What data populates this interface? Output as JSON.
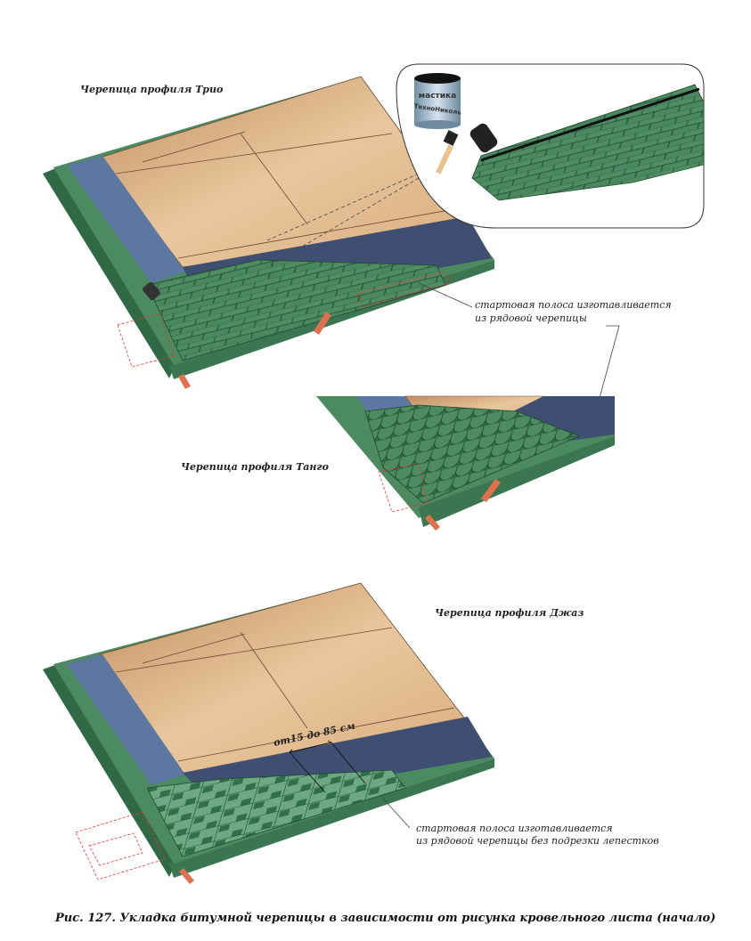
{
  "figure1": {
    "title": "Черепица профиля Трио",
    "can_label_1": "мастика",
    "can_label_2": "ТехноНиколь",
    "callout_line1": "стартовая полоса изготавливается",
    "callout_line2": "из рядовой черепицы"
  },
  "figure2": {
    "title": "Черепица профиля Танго"
  },
  "figure3": {
    "title": "Черепица профиля Джаз",
    "dimension": "от15 до 85 см",
    "callout_line1": "стартовая полоса изготавливается",
    "callout_line2": "из рядовой черепицы без подрезки лепестков"
  },
  "caption": "Рис. 127. Укладка битумной черепицы в зависимости от рисунка кровельного листа (начало)",
  "colors": {
    "board_green": "#3f7a55",
    "shingle_green": "#2f6b45",
    "underlay_blue": "#3e4f72",
    "valley_blue": "#5a74a0",
    "plywood_light": "#e8c59a",
    "plywood_dark": "#c99a6e",
    "knife_orange": "#e0704e"
  }
}
